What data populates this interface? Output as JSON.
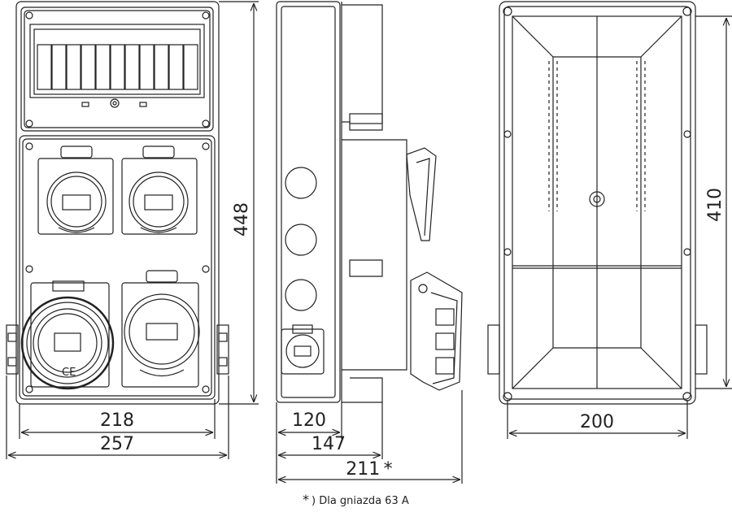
{
  "dimensions": {
    "front_height": "448",
    "front_inner_width": "218",
    "front_total_width": "257",
    "side_body_depth": "120",
    "side_total_depth": "147",
    "side_max_depth": "211 *",
    "back_height": "410",
    "back_width": "200"
  },
  "footnote": {
    "marker": "*",
    "text": ") Dla gniazda 63 A"
  },
  "marks": {
    "ce_mark": "CE"
  },
  "colors": {
    "line": "#222222",
    "background": "#ffffff"
  }
}
